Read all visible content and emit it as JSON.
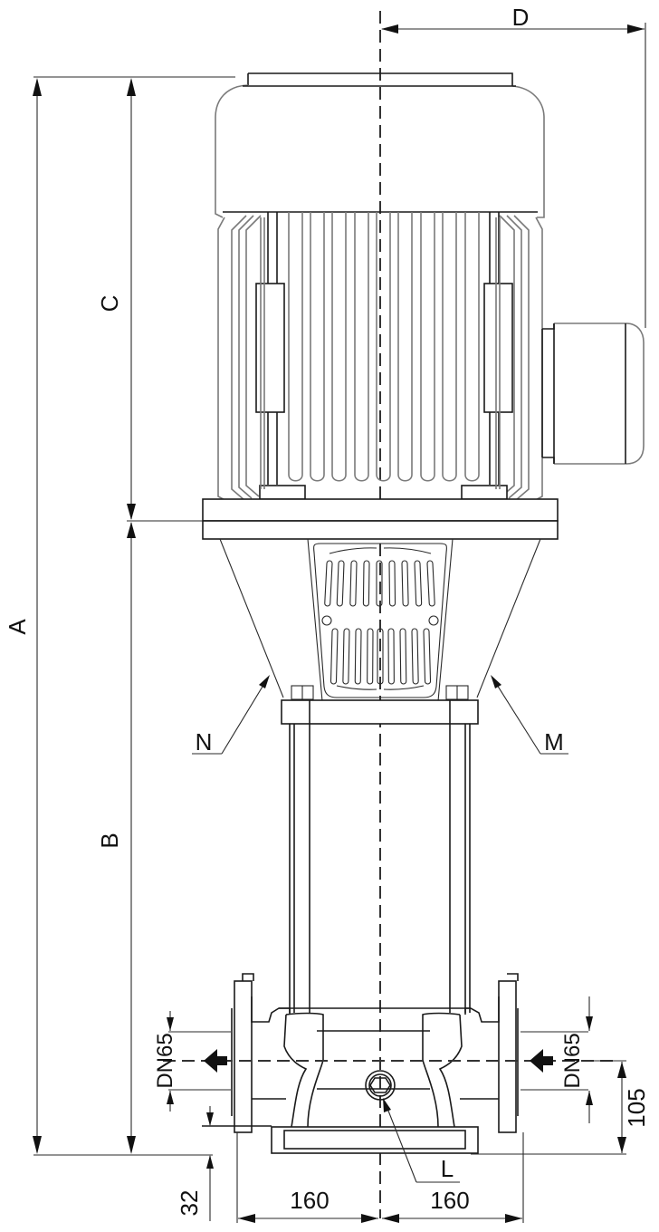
{
  "diagram": {
    "subject": "Vertical multistage pump dimension drawing",
    "colors": {
      "line": "#1a1a1a",
      "fin_line": "#7a7a7a",
      "background": "#ffffff"
    },
    "dimension_labels": {
      "A": "A",
      "B": "B",
      "C": "C",
      "D": "D",
      "inlet_dn": "DN65",
      "outlet_dn": "DN65",
      "axis_height": "105",
      "base_offset": "32",
      "half_width_left": "160",
      "half_width_right": "160"
    },
    "callouts": {
      "N": "N",
      "M": "M",
      "L": "L"
    },
    "flow_arrows": [
      "flow-left-icon",
      "flow-left-icon"
    ]
  }
}
